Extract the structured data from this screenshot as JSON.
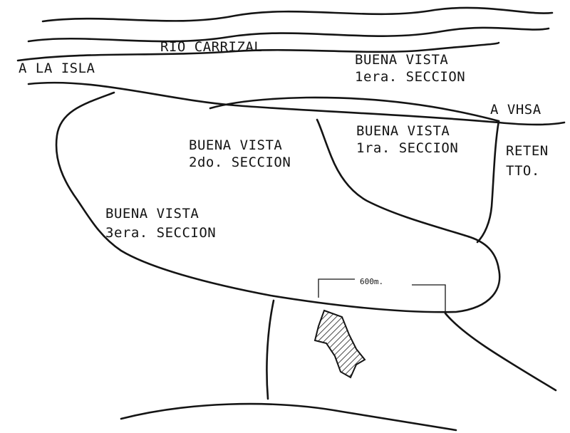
{
  "map": {
    "labels": {
      "river": "RIO CARRIZAL",
      "to_isla": "A LA ISLA",
      "to_vhsa": "A VHSA",
      "bv1_top_line1": "BUENA VISTA",
      "bv1_top_line2": "1era. SECCION",
      "bv1_line1": "BUENA VISTA",
      "bv1_line2": "1ra. SECCION",
      "bv2_line1": "BUENA VISTA",
      "bv2_line2": "2do. SECCION",
      "bv3_line1": "BUENA VISTA",
      "bv3_line2": "3era. SECCION",
      "reten_line1": "RETEN",
      "reten_line2": "TTO.",
      "distance": "600m."
    },
    "colors": {
      "ink": "#141414",
      "paper": "#ffffff"
    }
  }
}
